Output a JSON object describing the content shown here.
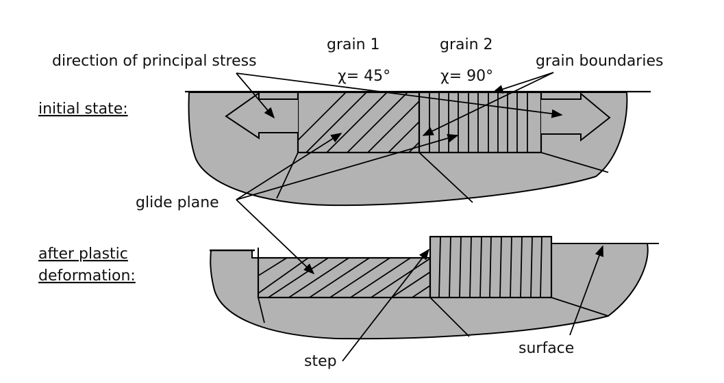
{
  "labels": {
    "principal_stress": "direction of principal stress",
    "grain1": "grain 1",
    "grain1_angle": "χ= 45°",
    "grain2": "grain 2",
    "grain2_angle": "χ= 90°",
    "grain_boundaries": "grain boundaries",
    "initial_state": "initial state:",
    "glide_plane": "glide plane",
    "after_line1": "after plastic",
    "after_line2": "deformation:",
    "step": "step",
    "surface": "surface"
  },
  "colors": {
    "material": "#b3b3b3",
    "lines": "#000000",
    "text": "#111111"
  }
}
